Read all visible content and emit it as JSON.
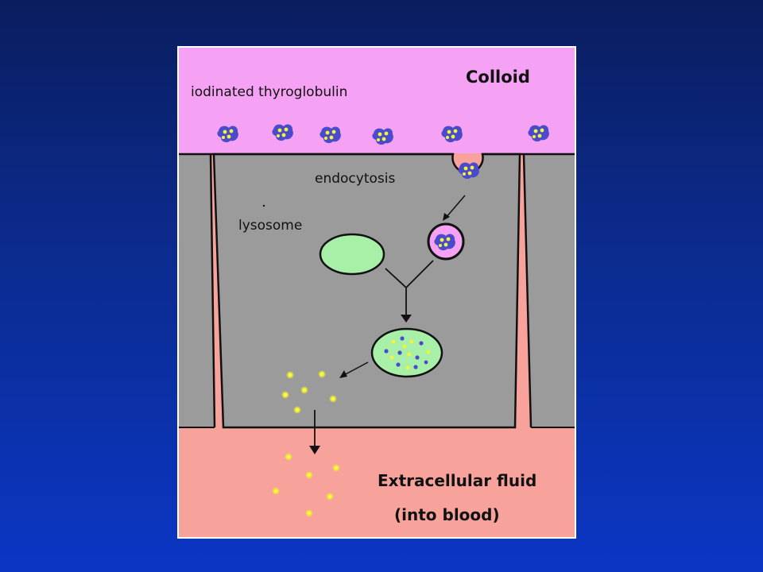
{
  "labels": {
    "colloid": "Colloid",
    "iodinated_thyroglobulin": "iodinated thyroglobulin",
    "endocytosis": "endocytosis",
    "lysosome": "lysosome",
    "extracellular_fluid": "Extracellular fluid",
    "into_blood": "(into blood)"
  },
  "colors": {
    "colloid": "#f6a2f4",
    "cell": "#9b9b9b",
    "extracellular": "#f8a29c",
    "lysosome": "#a8f0a8",
    "thyroglobulin": "#4a4acc",
    "iodine": "#f4f43a",
    "outline": "#111111"
  }
}
